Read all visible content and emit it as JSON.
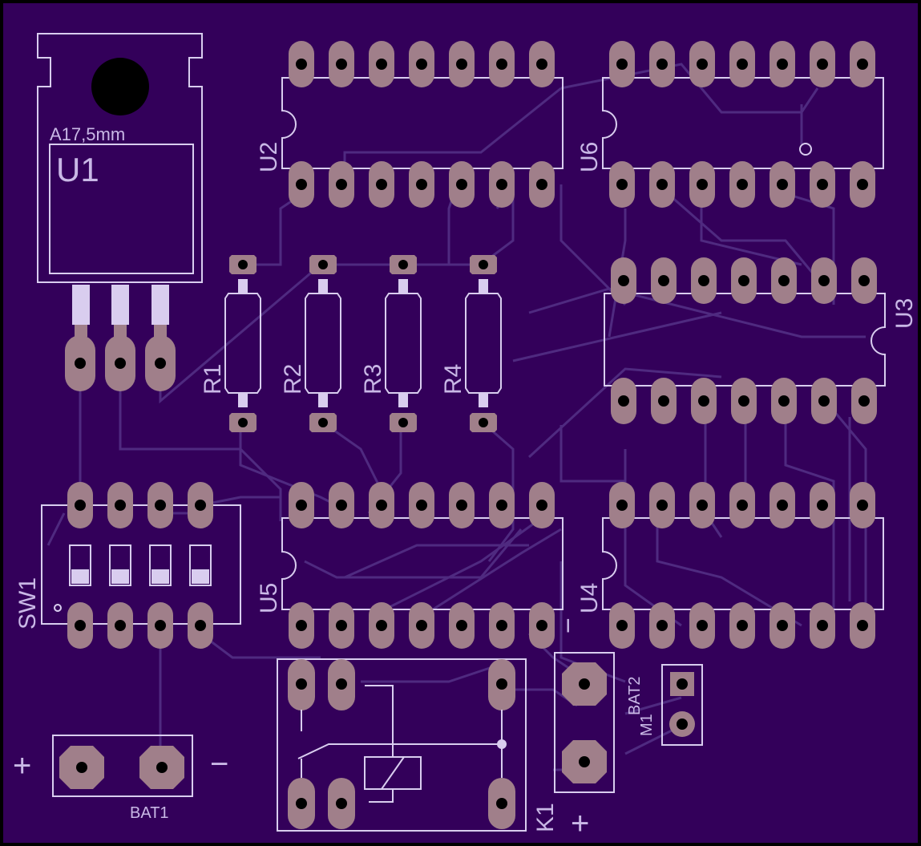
{
  "board": {
    "colors": {
      "substrate": "#33005a",
      "trace": "#4f2a80",
      "silkscreen": "#d9cdef",
      "pad": "#a07f8a",
      "hole": "#000000",
      "border": "#000000"
    }
  },
  "labels": {
    "u1": "U1",
    "u1_heatsink": "A17,5mm",
    "u2": "U2",
    "u3": "U3",
    "u4": "U4",
    "u5": "U5",
    "u6": "U6",
    "r1": "R1",
    "r2": "R2",
    "r3": "R3",
    "r4": "R4",
    "sw1": "SW1",
    "bat1": "BAT1",
    "bat2": "BAT2",
    "m1": "M1",
    "k1": "K1",
    "bat1_plus": "+",
    "bat1_minus": "−",
    "bat2_plus": "+",
    "bat2_minus": "−",
    "k1_minus": "−"
  },
  "components": [
    "U1",
    "U2",
    "U3",
    "U4",
    "U5",
    "U6",
    "R1",
    "R2",
    "R3",
    "R4",
    "SW1",
    "BAT1",
    "BAT2",
    "M1",
    "K1"
  ]
}
